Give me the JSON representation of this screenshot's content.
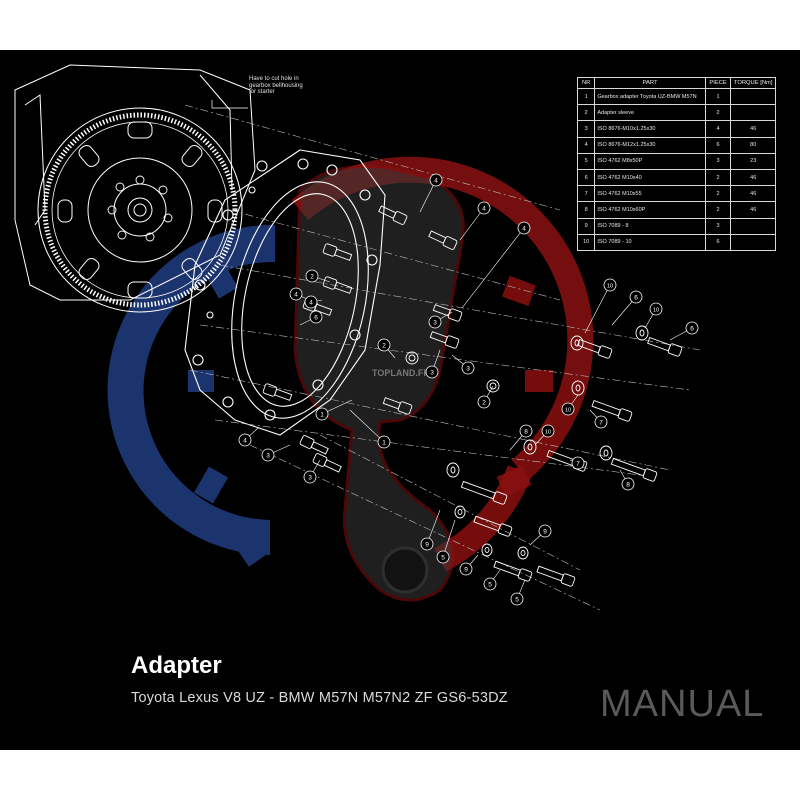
{
  "note": {
    "text": "Have to cut hole in gearbox bellhousing for starter"
  },
  "watermark": {
    "text": "TOPLAND.FR"
  },
  "parts_table": {
    "headers": [
      "NR",
      "PART",
      "PIECE",
      "TORQUE [Nm]"
    ],
    "rows": [
      {
        "nr": "1",
        "part": "Gearbox adapter Toyota UZ-BMW M57N",
        "piece": "1",
        "torque": ""
      },
      {
        "nr": "2",
        "part": "Adapter sleeve",
        "piece": "2",
        "torque": ""
      },
      {
        "nr": "3",
        "part": "ISO 8676-M10x1.25x30",
        "piece": "4",
        "torque": "46"
      },
      {
        "nr": "4",
        "part": "ISO 8676-M12x1.25x30",
        "piece": "6",
        "torque": "80"
      },
      {
        "nr": "5",
        "part": "ISO 4762 M8x50P",
        "piece": "3",
        "torque": "23"
      },
      {
        "nr": "6",
        "part": "ISO 4762 M10x40",
        "piece": "2",
        "torque": "46"
      },
      {
        "nr": "7",
        "part": "ISO 4762 M10x55",
        "piece": "2",
        "torque": "46"
      },
      {
        "nr": "8",
        "part": "ISO 4762 M10x60P",
        "piece": "2",
        "torque": "46"
      },
      {
        "nr": "9",
        "part": "ISO 7089 - 8",
        "piece": "3",
        "torque": ""
      },
      {
        "nr": "10",
        "part": "ISO 7089 - 10",
        "piece": "6",
        "torque": ""
      }
    ]
  },
  "callouts": [
    "1",
    "1",
    "2",
    "2",
    "2",
    "3",
    "3",
    "3",
    "3",
    "3",
    "4",
    "4",
    "4",
    "4",
    "4",
    "4",
    "5",
    "5",
    "5",
    "6",
    "6",
    "6",
    "7",
    "7",
    "8",
    "8",
    "9",
    "9",
    "9",
    "10",
    "10",
    "10",
    "10"
  ],
  "title": "Adapter",
  "subtitle": "Toyota Lexus V8 UZ - BMW M57N M57N2 ZF GS6-53DZ",
  "manual_label": "MANUAL",
  "colors": {
    "background": "#000000",
    "line": "#ffffff",
    "logo_blue": "#1f3a7a",
    "logo_red": "#8a1010"
  }
}
